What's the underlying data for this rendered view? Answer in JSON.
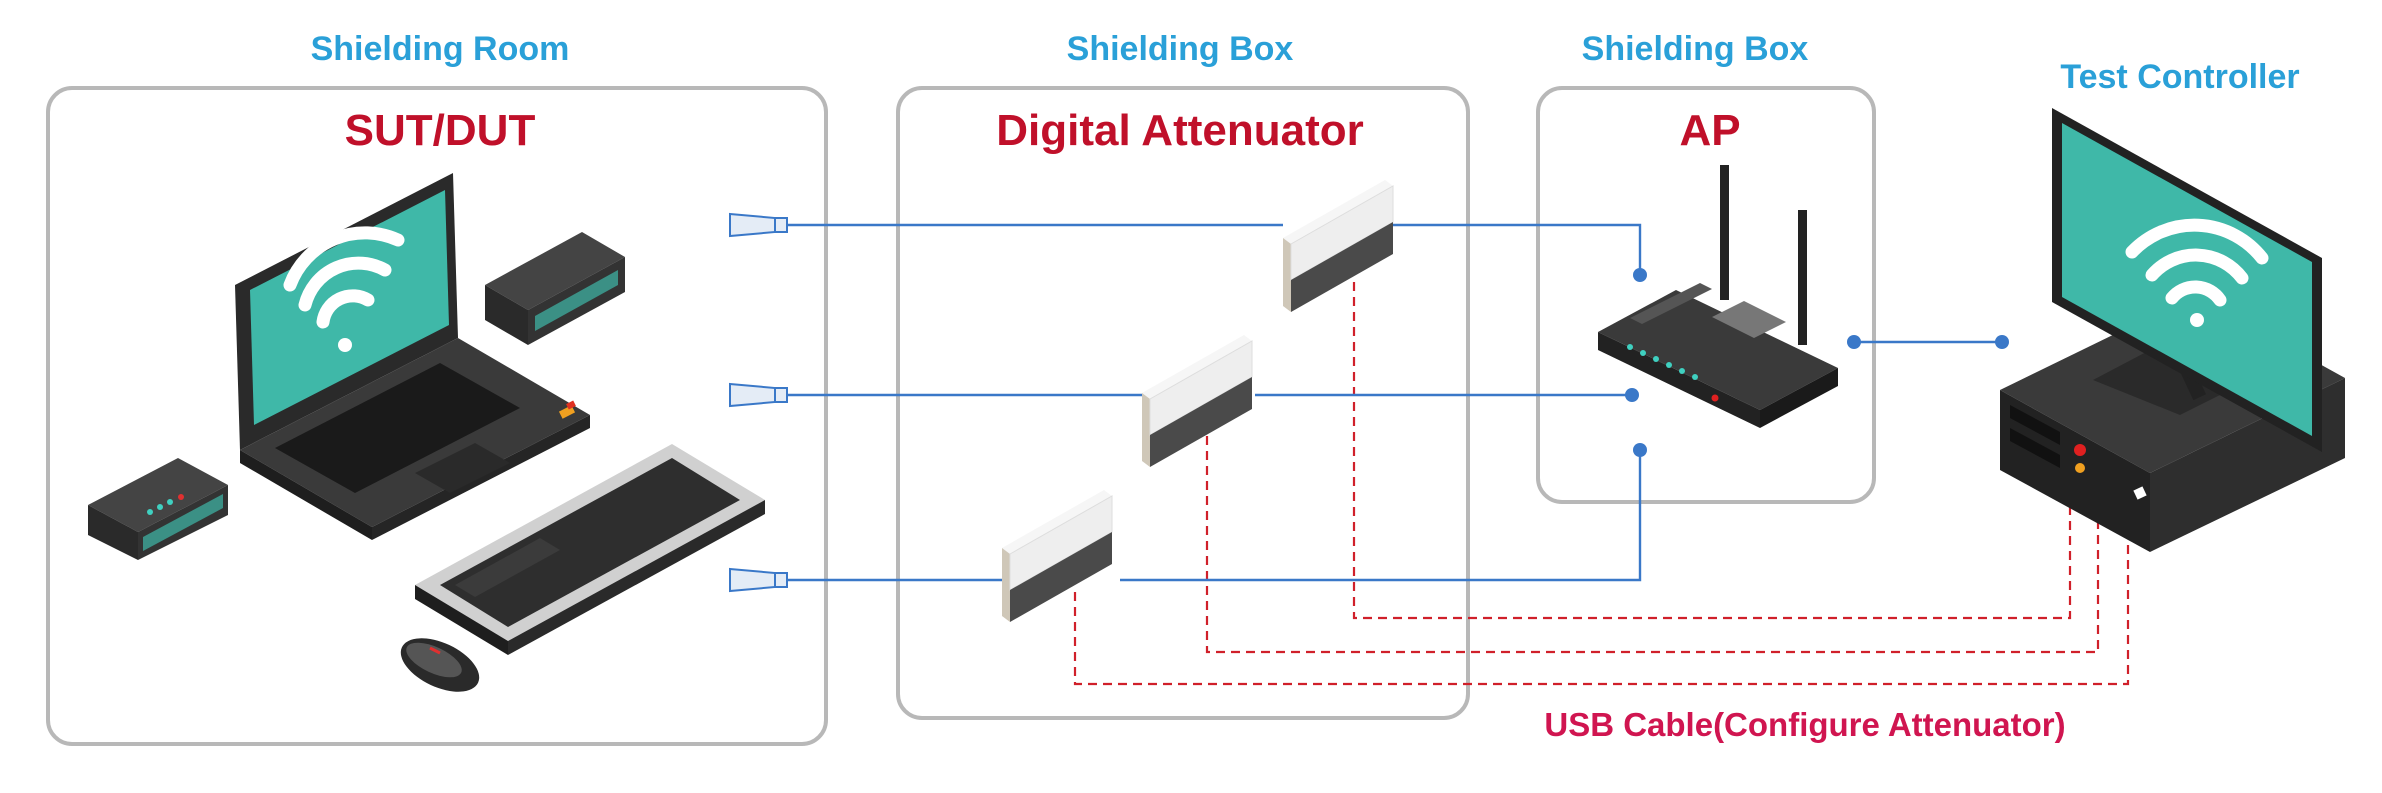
{
  "colors": {
    "zone_title": "#2aa0d8",
    "device_title": "#c0102a",
    "usb_label": "#d01550",
    "rf_cable": "#3a78c8",
    "usb_cable": "#d0202a",
    "zone_border": "#b8b8b8",
    "screen": "#3fb8a8"
  },
  "zones": [
    {
      "id": "shielding-room",
      "title": "Shielding Room",
      "device": "SUT/DUT"
    },
    {
      "id": "shielding-box-attenuator",
      "title": "Shielding Box",
      "device": "Digital Attenuator"
    },
    {
      "id": "shielding-box-ap",
      "title": "Shielding Box",
      "device": "AP"
    }
  ],
  "controller": {
    "title": "Test Controller"
  },
  "usb_caption": "USB Cable(Configure Attenuator)",
  "icons": [
    "laptop-icon",
    "speaker-icon",
    "keyboard-icon",
    "mouse-icon",
    "antenna-icon",
    "attenuator-icon",
    "router-icon",
    "desktop-monitor-icon",
    "wifi-icon"
  ]
}
